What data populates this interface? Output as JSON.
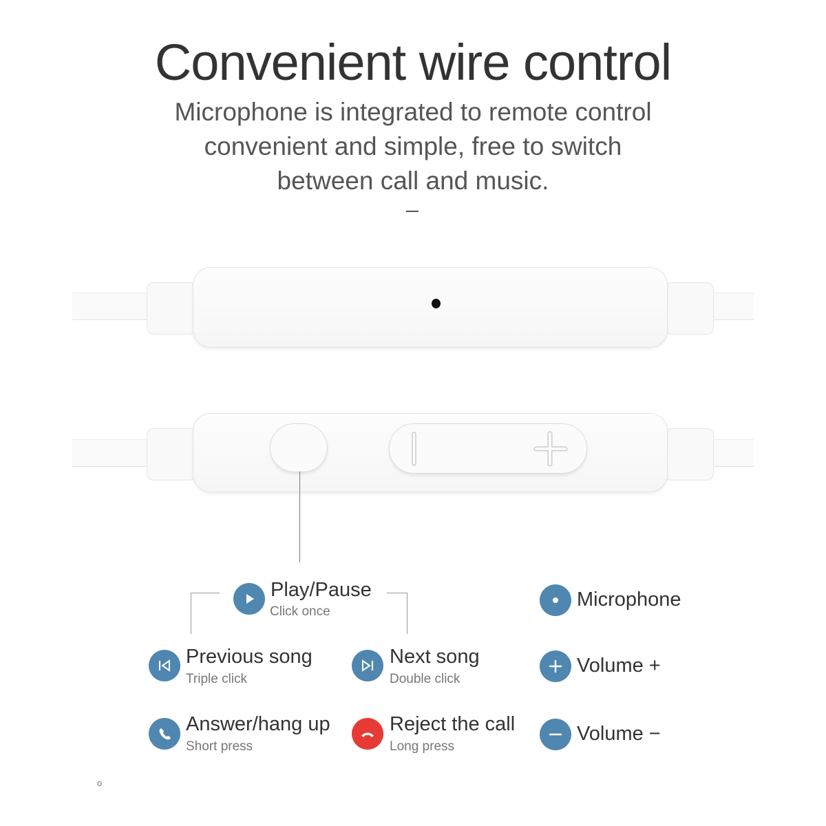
{
  "title": "Convenient wire control",
  "subtitle": [
    "Microphone is integrated to remote control",
    "convenient and simple, free to switch",
    "between call and music."
  ],
  "legend": {
    "play": {
      "label": "Play/Pause",
      "action": "Click once",
      "icon": "play-icon"
    },
    "previous": {
      "label": "Previous song",
      "action": "Triple click",
      "icon": "previous-icon"
    },
    "next": {
      "label": "Next song",
      "action": "Double click",
      "icon": "next-icon"
    },
    "answer": {
      "label": "Answer/hang up",
      "action": "Short press",
      "icon": "phone-icon"
    },
    "reject": {
      "label": "Reject the call",
      "action": "Long press",
      "icon": "hang-up-icon"
    },
    "microphone": {
      "label": "Microphone",
      "icon": "microphone-dot-icon"
    },
    "volume_up": {
      "label": "Volume +",
      "icon": "plus-icon"
    },
    "volume_down": {
      "label": "Volume −",
      "icon": "minus-icon"
    }
  },
  "colors": {
    "accent": "#4f87b0",
    "reject": "#e83a35"
  },
  "corner_mark": "o"
}
